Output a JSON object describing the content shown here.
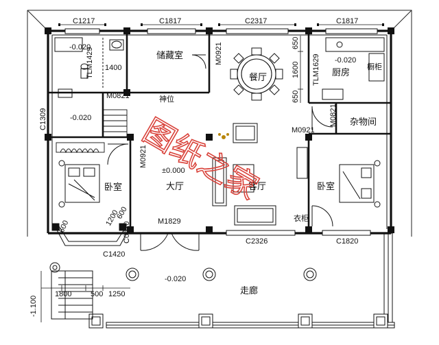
{
  "plan": {
    "rooms": {
      "storage": "储藏室",
      "dining": "餐厅",
      "kitchen": "厨房",
      "utility": "杂物间",
      "bedroom_left": "卧室",
      "bedroom_right": "卧室",
      "hall": "大厅",
      "living": "客厅",
      "corridor": "走廊",
      "shrine": "神位",
      "kitchen_cabinet": "橱柜",
      "wardrobe": "衣柜"
    },
    "windows": {
      "c1217": "C1217",
      "c1817_top": "C1817",
      "c2317": "C2317",
      "c1817_right": "C1817",
      "c1309": "C1309",
      "c1420": "C1420",
      "c2326": "C2326",
      "c1820": "C1820",
      "c0620": "C0620",
      "tlm1629": "TLM1629",
      "tlm1429": "TLM1429"
    },
    "doors": {
      "m0921_dining": "M0921",
      "m0821_bath": "M0821",
      "m0821_kitchen": "M0821",
      "m0921_utility": "M0921",
      "m0921_hall": "M0921",
      "m1829": "M1829"
    },
    "levels": {
      "bath": "-0.020",
      "kitchen": "-0.020",
      "back": "-0.020",
      "hall": "±0.000",
      "porch": "-0.020",
      "step": "-1.100"
    },
    "dimensions": {
      "d1400": "1400",
      "d650_top": "650",
      "d1600": "1600",
      "d650_bottom": "650",
      "d1800": "1800",
      "d500": "500",
      "d1250": "1250",
      "bay1": "600",
      "bay2": "1200",
      "bay3": "600"
    },
    "watermark": "图纸之家"
  }
}
